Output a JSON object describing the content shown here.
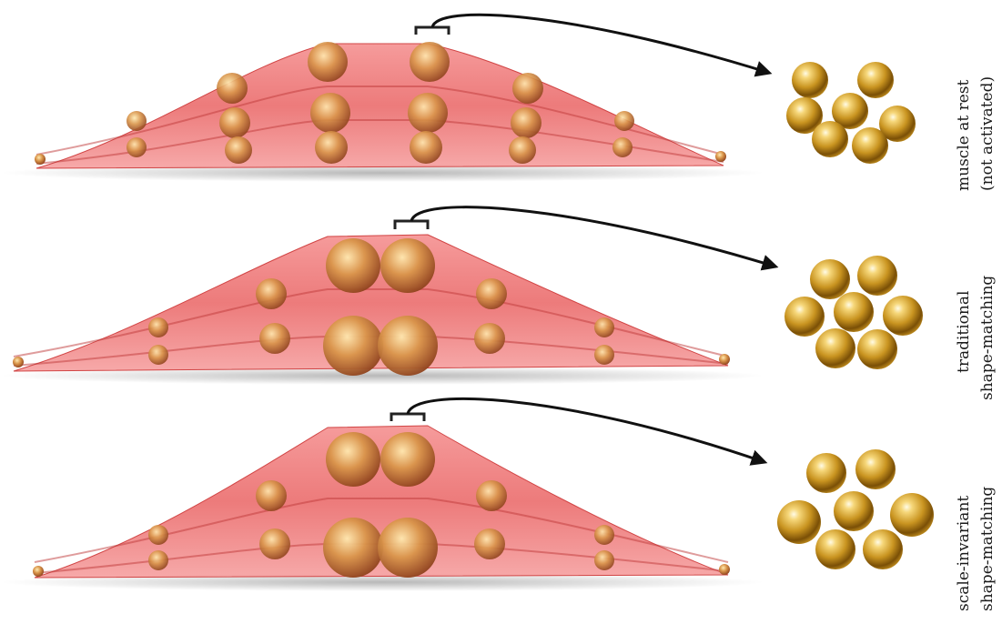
{
  "figure": {
    "rows": [
      {
        "id": "rest",
        "label_line1": "muscle at rest",
        "label_line2": "(not activated)"
      },
      {
        "id": "traditional",
        "label_line1": "traditional",
        "label_line2": "shape-matching"
      },
      {
        "id": "scale-invariant",
        "label_line1": "scale-invariant",
        "label_line2": "shape-matching"
      }
    ]
  }
}
